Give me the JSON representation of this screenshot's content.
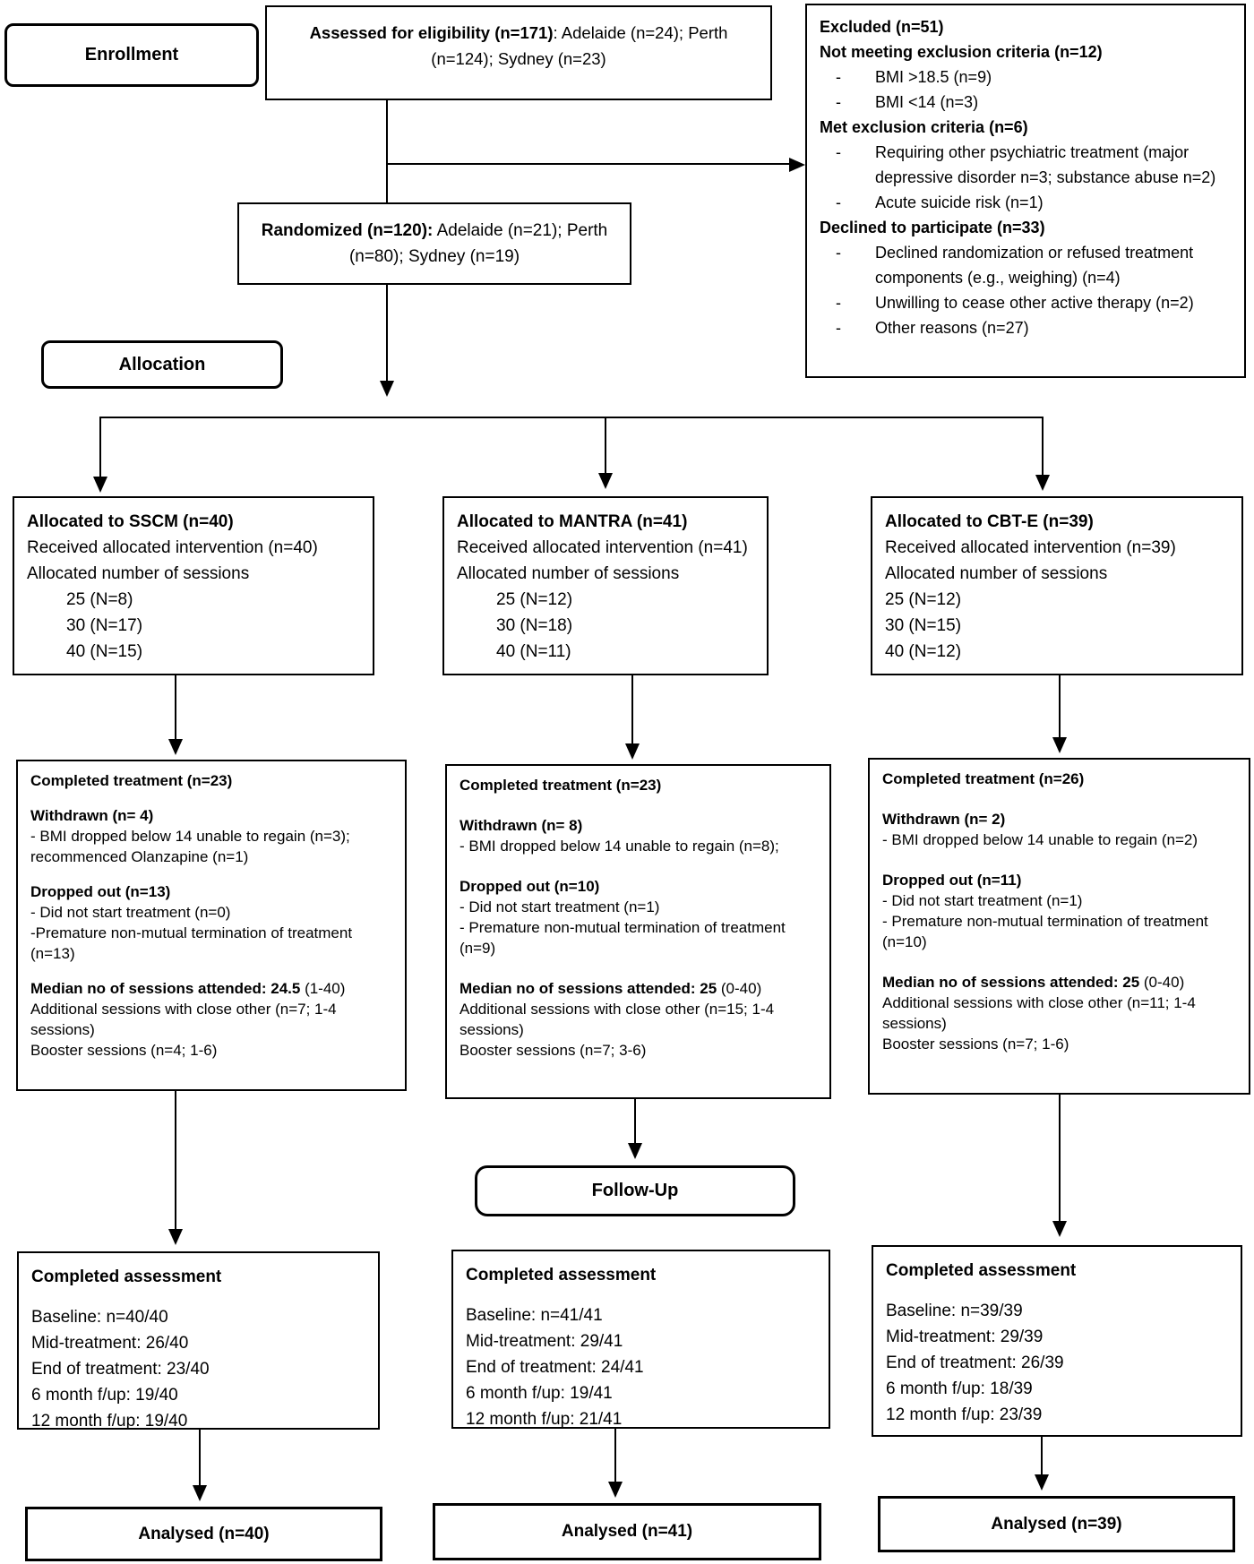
{
  "stage_labels": {
    "enrollment": "Enrollment",
    "allocation": "Allocation",
    "followup": "Follow-Up"
  },
  "assessed": {
    "lead": "Assessed for eligibility (n=171)",
    "rest": ": Adelaide (n=24); Perth (n=124); Sydney (n=23)"
  },
  "randomized": {
    "lead": "Randomized (n=120):",
    "rest": " Adelaide (n=21); Perth (n=80); Sydney (n=19)"
  },
  "excluded": {
    "title": "Excluded (n=51)",
    "bullet": "-",
    "sections": [
      {
        "heading": "Not meeting exclusion criteria (n=12)",
        "items": [
          "BMI >18.5 (n=9)",
          "BMI <14 (n=3)"
        ]
      },
      {
        "heading": "Met exclusion criteria (n=6)",
        "items": [
          "Requiring other psychiatric treatment (major depressive disorder n=3; substance abuse n=2)",
          "Acute suicide risk (n=1)"
        ]
      },
      {
        "heading": "Declined to participate (n=33)",
        "items": [
          "Declined randomization or refused treatment components (e.g., weighing) (n=4)",
          "Unwilling to cease other active therapy (n=2)",
          "Other reasons (n=27)"
        ]
      }
    ]
  },
  "arms": [
    {
      "name": "SSCM",
      "allocated": {
        "title": "Allocated to SSCM (n=40)",
        "received": "Received allocated intervention (n=40)",
        "sessions_label": "Allocated number of sessions",
        "sessions": [
          "25 (N=8)",
          "30 (N=17)",
          "40 (N=15)"
        ]
      },
      "treatment": {
        "completed": "Completed treatment (n=23)",
        "withdrawn": "Withdrawn (n= 4)",
        "withdrawn_detail": "- BMI dropped below 14 unable to regain (n=3); recommenced Olanzapine (n=1)",
        "dropped": "Dropped out (n=13)",
        "dropped_items": [
          "- Did not start treatment (n=0)",
          "-Premature non-mutual termination of treatment (n=13)"
        ],
        "median_lead": "Median no of sessions attended: 24.5",
        "median_rest": " (1-40)",
        "additional": "Additional sessions with close other (n=7; 1-4 sessions)",
        "booster": "Booster sessions (n=4; 1-6)"
      },
      "assessment": {
        "title": "Completed assessment",
        "rows": [
          "Baseline: n=40/40",
          "Mid-treatment: 26/40",
          "End of treatment: 23/40",
          "6 month f/up: 19/40",
          "12 month f/up: 19/40"
        ]
      },
      "analysed": "Analysed (n=40)"
    },
    {
      "name": "MANTRA",
      "allocated": {
        "title": "Allocated to MANTRA (n=41)",
        "received": "Received allocated intervention (n=41)",
        "sessions_label": "Allocated number of sessions",
        "sessions": [
          "25 (N=12)",
          "30 (N=18)",
          "40 (N=11)"
        ]
      },
      "treatment": {
        "completed": "Completed treatment (n=23)",
        "withdrawn": "Withdrawn (n= 8)",
        "withdrawn_detail": "- BMI dropped below 14 unable to regain (n=8);",
        "dropped": "Dropped out (n=10)",
        "dropped_items": [
          "- Did not start treatment (n=1)",
          "- Premature non-mutual termination of treatment (n=9)"
        ],
        "median_lead": "Median no of sessions attended: 25",
        "median_rest": " (0-40)",
        "additional": "Additional sessions with close other (n=15; 1-4 sessions)",
        "booster": "Booster sessions (n=7; 3-6)"
      },
      "assessment": {
        "title": "Completed assessment",
        "rows": [
          "Baseline: n=41/41",
          "Mid-treatment: 29/41",
          "End of treatment: 24/41",
          "6 month f/up: 19/41",
          "12 month f/up: 21/41"
        ]
      },
      "analysed": "Analysed (n=41)"
    },
    {
      "name": "CBT-E",
      "allocated": {
        "title": "Allocated to CBT-E (n=39)",
        "received": "Received allocated intervention (n=39)",
        "sessions_label": "Allocated number of sessions",
        "sessions": [
          "25 (N=12)",
          "30 (N=15)",
          "40 (N=12)"
        ]
      },
      "treatment": {
        "completed": "Completed treatment (n=26)",
        "withdrawn": "Withdrawn (n= 2)",
        "withdrawn_detail": "- BMI dropped below 14 unable to regain (n=2)",
        "dropped": "Dropped out (n=11)",
        "dropped_items": [
          "- Did not start treatment (n=1)",
          "- Premature non-mutual termination of treatment (n=10)"
        ],
        "median_lead": "Median no of sessions attended: 25",
        "median_rest": " (0-40)",
        "additional": "Additional sessions with close other (n=11; 1-4 sessions)",
        "booster": "Booster sessions (n=7; 1-6)"
      },
      "assessment": {
        "title": "Completed assessment",
        "rows": [
          "Baseline: n=39/39",
          "Mid-treatment: 29/39",
          "End of treatment: 26/39",
          "6 month f/up: 18/39",
          "12 month f/up: 23/39"
        ]
      },
      "analysed": "Analysed (n=39)"
    }
  ]
}
